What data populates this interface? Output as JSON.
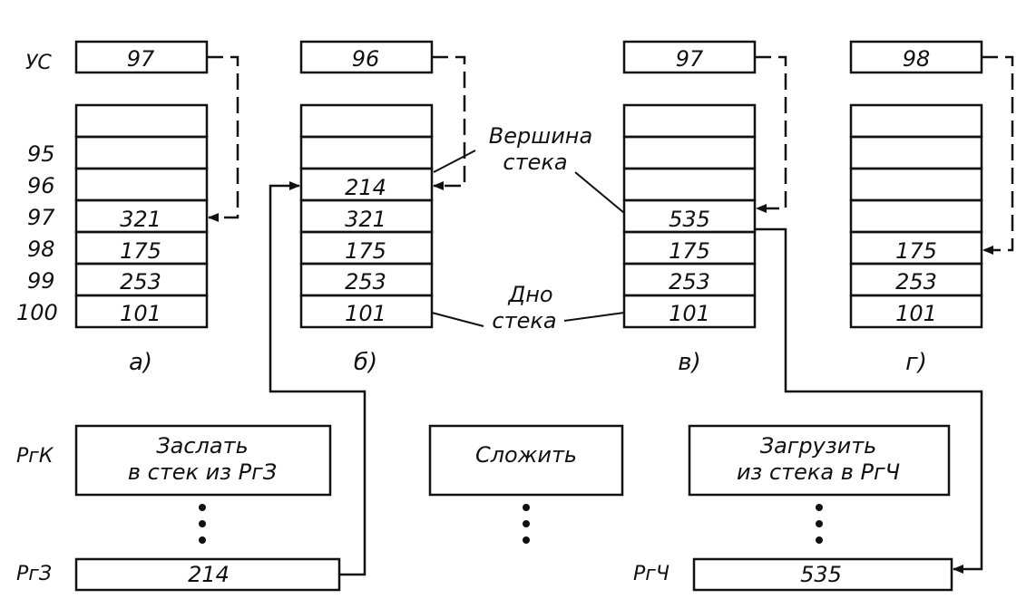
{
  "stack_pointer_label": "УС",
  "address_labels": [
    "95",
    "96",
    "97",
    "98",
    "99",
    "100"
  ],
  "panels": [
    {
      "caption": "а)",
      "pointer": "97",
      "cells": [
        "",
        "",
        "",
        "321",
        "175",
        "253",
        "101"
      ]
    },
    {
      "caption": "б)",
      "pointer": "96",
      "cells": [
        "",
        "",
        "214",
        "321",
        "175",
        "253",
        "101"
      ]
    },
    {
      "caption": "в)",
      "pointer": "97",
      "cells": [
        "",
        "",
        "",
        "535",
        "175",
        "253",
        "101"
      ]
    },
    {
      "caption": "г)",
      "pointer": "98",
      "cells": [
        "",
        "",
        "",
        "",
        "175",
        "253",
        "101"
      ]
    }
  ],
  "annotations": {
    "top": [
      "Вершина",
      "стека"
    ],
    "bottom": [
      "Дно",
      "стека"
    ]
  },
  "instructions": {
    "register_label": "РгК",
    "push": [
      "Заслать",
      "в стек из РгЗ"
    ],
    "add": "Сложить",
    "pop": [
      "Загрузить",
      "из стека в РгЧ"
    ]
  },
  "registers": {
    "write": {
      "label": "РгЗ",
      "value": "214"
    },
    "read": {
      "label": "РгЧ",
      "value": "535"
    }
  }
}
